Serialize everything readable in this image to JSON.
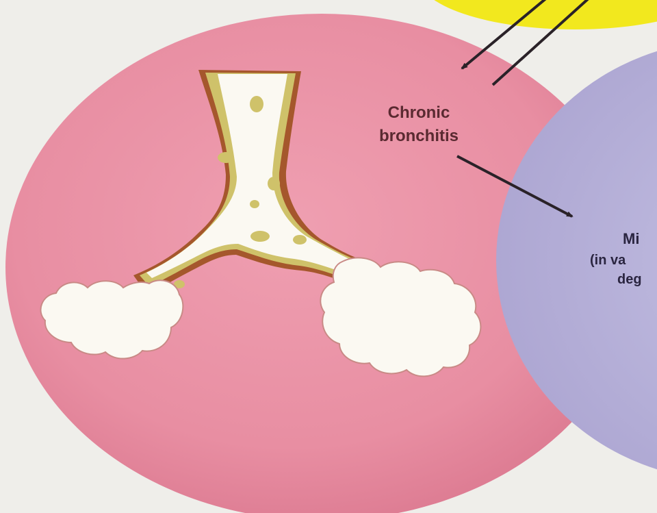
{
  "diagram": {
    "chronic_bronchitis_line1": "Chronic",
    "chronic_bronchitis_line2": "bronchitis",
    "right_circle_line1": "Mi",
    "right_circle_line2": "(in va",
    "right_circle_line3": "deg"
  },
  "colors": {
    "background": "#efeeea",
    "bronchitis_circle": "#e88fa2",
    "right_circle": "#b9b3d8",
    "yellow_circle": "#f2e81e",
    "airway_wall": "#a5572c",
    "mucus": "#cfc26a",
    "arrow": "#2a2228"
  }
}
